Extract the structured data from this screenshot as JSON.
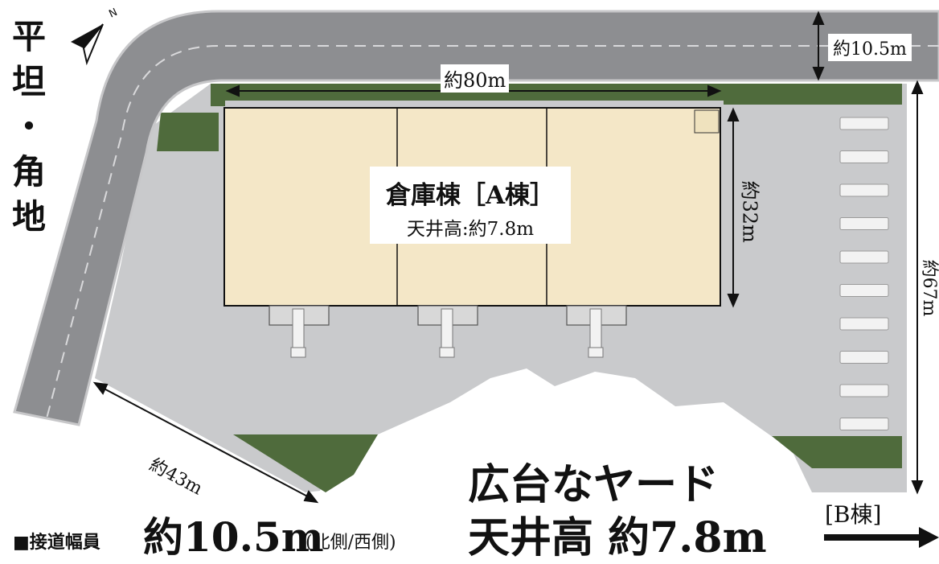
{
  "title_vertical": [
    "平",
    "坦",
    "・",
    "角",
    "地"
  ],
  "compass": {
    "north_letter": "N"
  },
  "building": {
    "name": "倉庫棟［A棟］",
    "ceiling": "天井高:約7.8m"
  },
  "dimensions": {
    "road_width": "約10.5m",
    "building_width": "約80m",
    "building_depth": "約32m",
    "site_depth": "約67m",
    "diagonal": "約43m"
  },
  "headline": {
    "line1": "広台なヤード",
    "line2": "天井高 約7.8m"
  },
  "frontage": {
    "prefix": "■接道幅員",
    "value": "約10.5m",
    "note": "(北側/西側)"
  },
  "next_building": {
    "label": "[B棟]"
  },
  "colors": {
    "road": "#8d8e91",
    "road_edge": "#c7c7c9",
    "yard": "#c9cacc",
    "warehouse": "#f4e7c7",
    "greenery": "#4f6b3c",
    "ink": "#111111"
  }
}
